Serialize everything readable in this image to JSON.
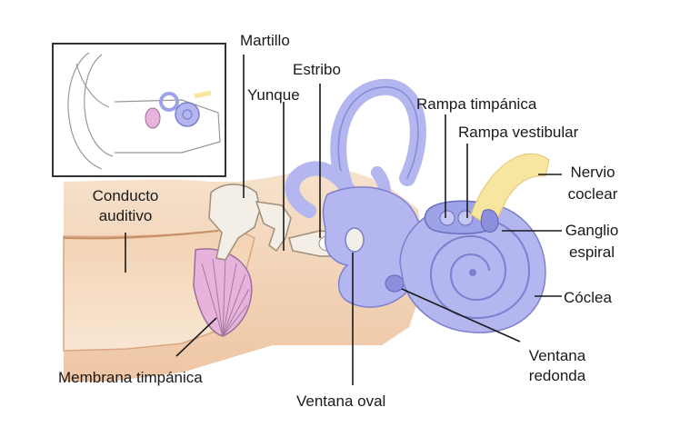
{
  "diagram": {
    "labels": {
      "martillo": "Martillo",
      "estribo": "Estribo",
      "yunque": "Yunque",
      "rampa_timpanica": "Rampa timpánica",
      "rampa_vestibular": "Rampa vestibular",
      "nervio_coclear_1": "Nervio",
      "nervio_coclear_2": "coclear",
      "ganglio_espiral_1": "Ganglio",
      "ganglio_espiral_2": "espiral",
      "coclea": "Cóclea",
      "conducto_auditivo_1": "Conducto",
      "conducto_auditivo_2": "auditivo",
      "membrana_timpanica": "Membrana timpánica",
      "ventana_oval": "Ventana oval",
      "ventana_redonda_1": "Ventana",
      "ventana_redonda_2": "redonda"
    },
    "colors": {
      "tissue": "#f3d7bd",
      "tissue_dark": "#e6b995",
      "labyrinth": "#b3b6ef",
      "labyrinth_dark": "#7c80cf",
      "membrane": "#e7b3dc",
      "nerve": "#f6e6a0",
      "bone": "#f4efe6"
    }
  }
}
